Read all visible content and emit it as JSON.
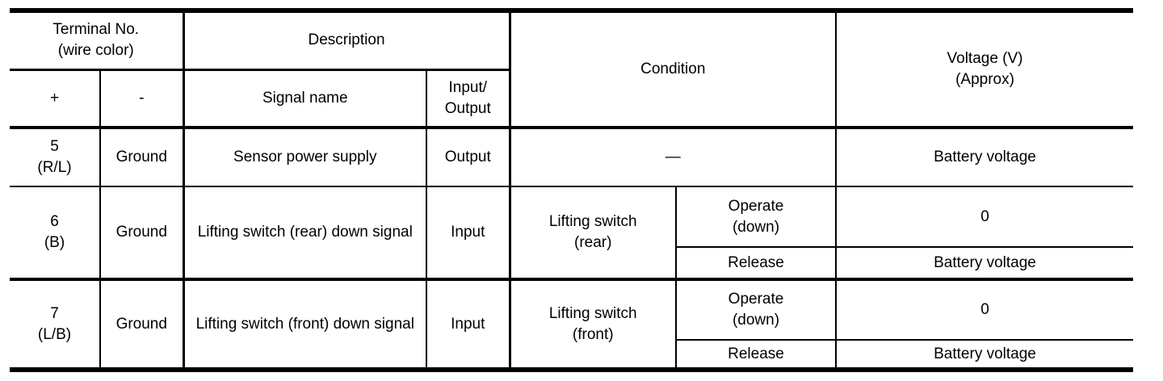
{
  "colors": {
    "background": "#ffffff",
    "border": "#000000",
    "text": "#000000"
  },
  "table": {
    "header": {
      "terminal": "Terminal No.\n(wire color)",
      "plus": "+",
      "minus": "-",
      "description": "Description",
      "signal_name": "Signal name",
      "input_output": "Input/\nOutput",
      "condition": "Condition",
      "voltage": "Voltage (V)\n(Approx)"
    },
    "rows": [
      {
        "terminal": "5\n(R/L)",
        "ground": "Ground",
        "signal": "Sensor power supply",
        "io": "Output",
        "condition": "—",
        "voltage": "Battery voltage"
      },
      {
        "terminal": "6\n(B)",
        "ground": "Ground",
        "signal": "Lifting switch (rear) down signal",
        "io": "Input",
        "condition": "Lifting switch\n(rear)",
        "sub": [
          {
            "state": "Operate\n(down)",
            "voltage": "0"
          },
          {
            "state": "Release",
            "voltage": "Battery voltage"
          }
        ]
      },
      {
        "terminal": "7\n(L/B)",
        "ground": "Ground",
        "signal": "Lifting switch (front) down signal",
        "io": "Input",
        "condition": "Lifting switch\n(front)",
        "sub": [
          {
            "state": "Operate\n(down)",
            "voltage": "0"
          },
          {
            "state": "Release",
            "voltage": "Battery voltage"
          }
        ]
      }
    ]
  }
}
